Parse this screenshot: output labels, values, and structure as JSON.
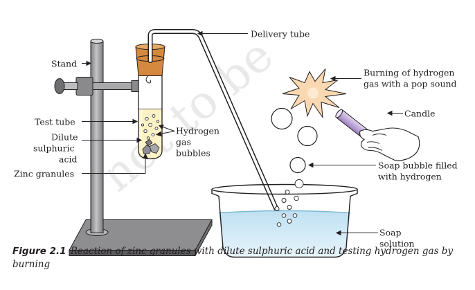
{
  "watermark": "not to be",
  "labels": {
    "delivery_tube": "Delivery tube",
    "stand": "Stand",
    "test_tube": "Test tube",
    "dilute_1": "Dilute",
    "dilute_2": "sulphuric",
    "dilute_3": "acid",
    "zinc": "Zinc granules",
    "hydrogen_1": "Hydrogen",
    "hydrogen_2": "gas",
    "hydrogen_3": "bubbles",
    "burning_1": "Burning of hydrogen",
    "burning_2": "gas with a pop sound",
    "candle": "Candle",
    "bubble_1": "Soap bubble filled",
    "bubble_2": "with hydrogen",
    "soap_1": "Soap",
    "soap_2": "solution"
  },
  "caption": {
    "number": "Figure 2.1",
    "text": "Reaction of zinc granules with dilute sulphuric acid and testing hydrogen gas by burning"
  },
  "colors": {
    "stand_gray": "#9a9a9c",
    "cork": "#d4893f",
    "acid": "#fbf3c6",
    "water": "#c5e4f3",
    "candle": "#b49ad2",
    "flame": "#fad9b2",
    "line": "#231f20"
  }
}
